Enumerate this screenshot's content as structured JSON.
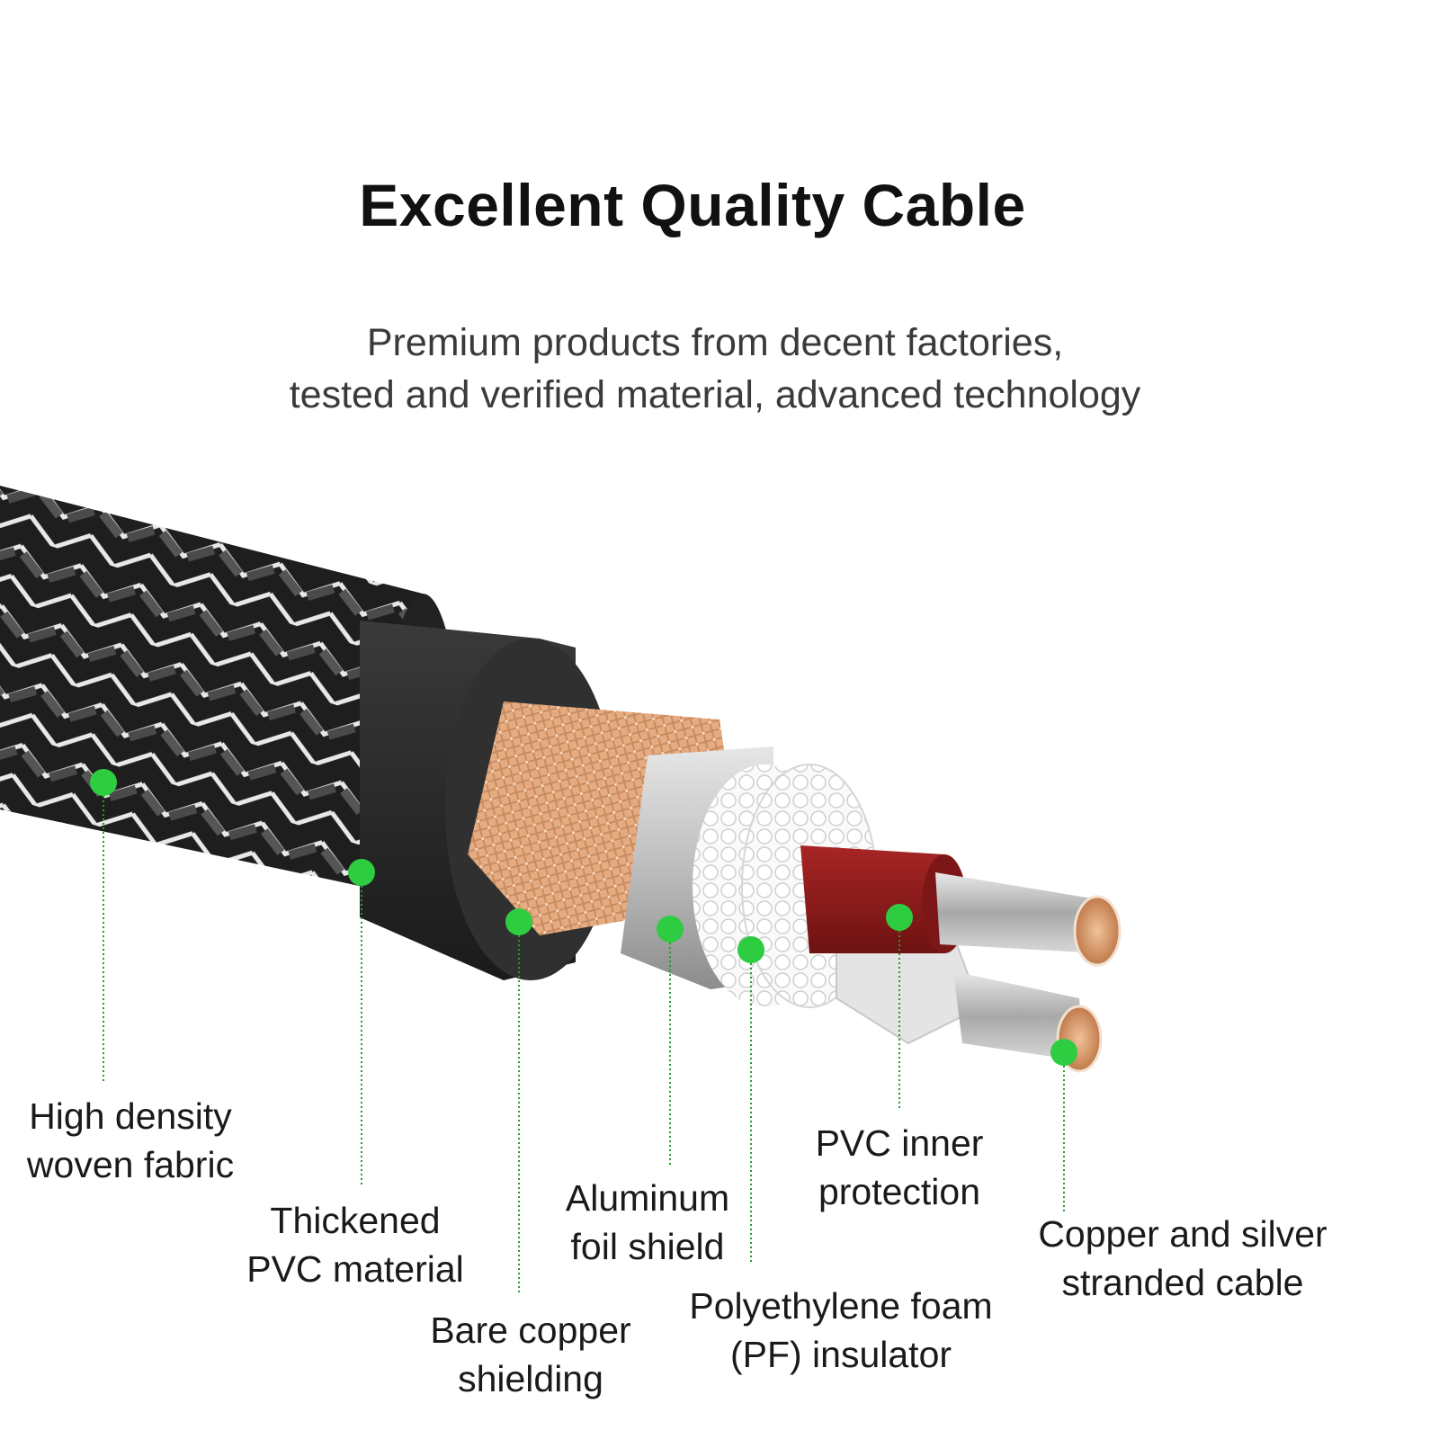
{
  "title": "Excellent Quality Cable",
  "subtitle": {
    "line1": "Premium products from decent factories,",
    "line2": "tested and verified material, advanced technology"
  },
  "colors": {
    "marker": "#2ecc40",
    "leader": "#1fa02a",
    "braid_dark": "#2a2a2a",
    "pvc_jacket": "#2b2b2b",
    "copper": "#e2a77e",
    "foil": "#c8c8c8",
    "foam": "#f2f2f2",
    "inner_red": "#8b1a1a",
    "strand_silver": "#bfbfbf"
  },
  "layers": [
    {
      "id": "fabric",
      "line1": "High density",
      "line2": "woven fabric"
    },
    {
      "id": "pvc",
      "line1": "Thickened",
      "line2": "PVC material"
    },
    {
      "id": "copper",
      "line1": "Bare copper",
      "line2": "shielding"
    },
    {
      "id": "foil",
      "line1": "Aluminum",
      "line2": "foil shield"
    },
    {
      "id": "foam",
      "line1": "Polyethylene foam",
      "line2": "(PF) insulator"
    },
    {
      "id": "inner",
      "line1": "PVC inner",
      "line2": "protection"
    },
    {
      "id": "strand",
      "line1": "Copper and silver",
      "line2": "stranded cable"
    }
  ]
}
